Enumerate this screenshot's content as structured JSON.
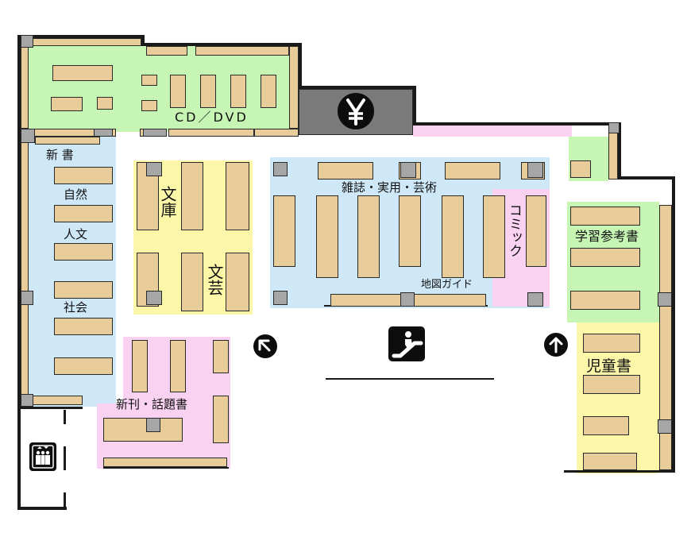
{
  "colors": {
    "green_zone": "#c6f5b4",
    "blue_zone": "#cfe8f8",
    "yellow_zone": "#fbf6a8",
    "pink_zone": "#f8d2f0",
    "shelf": "#e8cd9a",
    "pillar": "#a6a6a6",
    "wall": "#1a1a1a"
  },
  "icons": {
    "cashier": "yen-icon",
    "escalator": "escalator-icon",
    "elevator": "elevator-icon",
    "arrow_up_left": "arrow-up-left-icon",
    "arrow_up": "arrow-up-icon"
  },
  "labels": {
    "cd_dvd": "CD／DVD",
    "shinsho": "新 書",
    "shizen": "自然",
    "jinbun": "人文",
    "shakai": "社会",
    "bunko": "文庫",
    "bungei": "文芸",
    "zasshi": "雑誌・実用・芸術",
    "comic": "コミック",
    "chizu": "地図ガイド",
    "gakushu": "学習参考書",
    "jido": "児童書",
    "shinkan": "新刊・話題書"
  }
}
